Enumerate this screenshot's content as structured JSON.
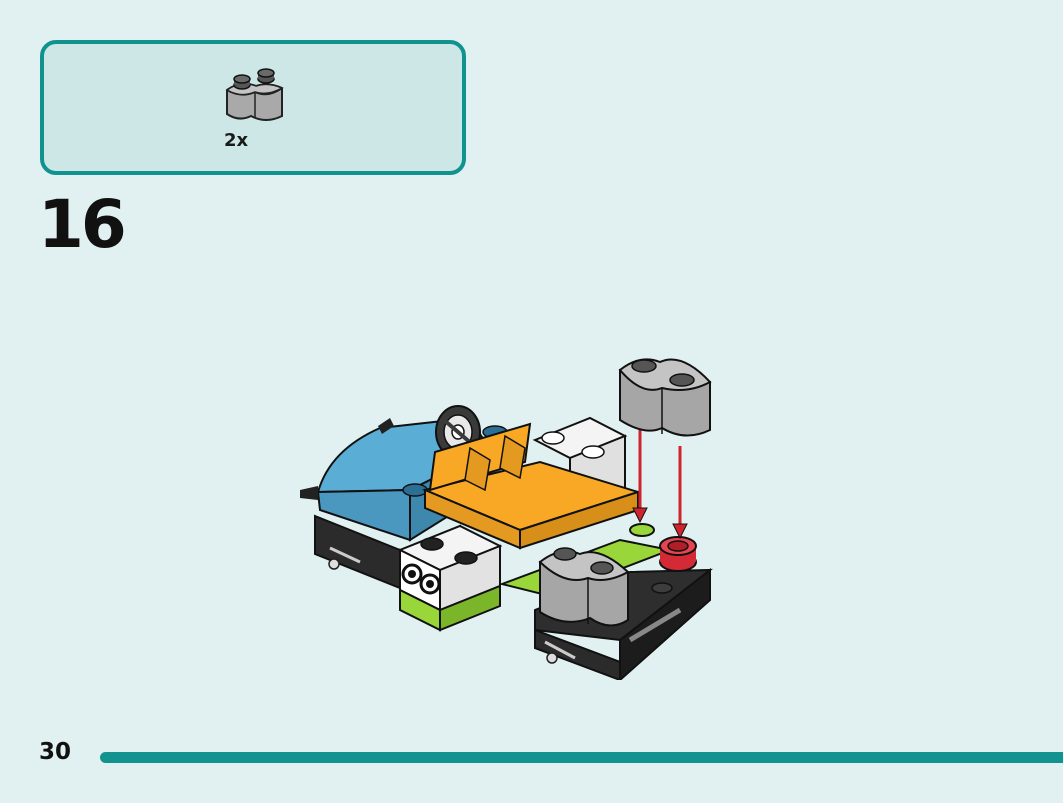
{
  "parts_list": {
    "items": [
      {
        "icon": "grey-1x2-rounded-brick-icon",
        "quantity": "2x",
        "color": "#a8a8a8"
      }
    ]
  },
  "step": {
    "number": "16"
  },
  "page": {
    "number": "30",
    "progress": 1.0
  },
  "colors": {
    "accent": "#13938f",
    "background": "#e1f1f1",
    "parts_box": "#cde6e6",
    "brick_grey": "#a8a8a8",
    "brick_blue": "#5aaed6",
    "brick_orange": "#f9a826",
    "brick_lime": "#99d63a",
    "brick_red": "#d42a35",
    "arrow_red": "#d1232d"
  }
}
